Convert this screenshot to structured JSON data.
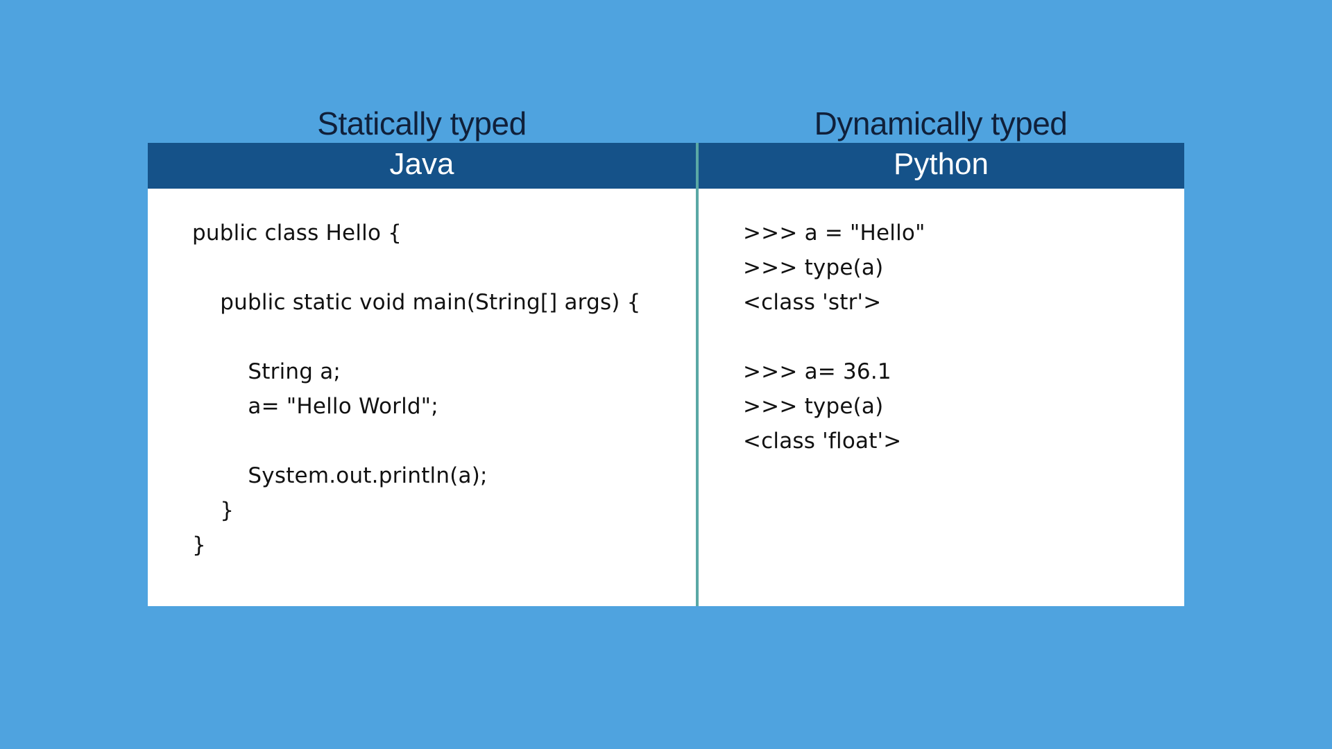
{
  "captions": {
    "left": "Statically typed",
    "right": "Dynamically typed"
  },
  "headers": {
    "left": "Java",
    "right": "Python"
  },
  "java_code": [
    "public class Hello {",
    "",
    "    public static void main(String[] args) {",
    "",
    "        String a;",
    "        a= \"Hello World\";",
    "",
    "        System.out.println(a);",
    "    }",
    "}"
  ],
  "python_code": [
    ">>> a = \"Hello\"",
    ">>> type(a)",
    "<class 'str'>",
    "",
    ">>> a= 36.1",
    ">>> type(a)",
    "<class 'float'>"
  ],
  "colors": {
    "background": "#4fa3df",
    "header": "#155289",
    "divider": "#5aa8a5",
    "panel": "#ffffff"
  }
}
